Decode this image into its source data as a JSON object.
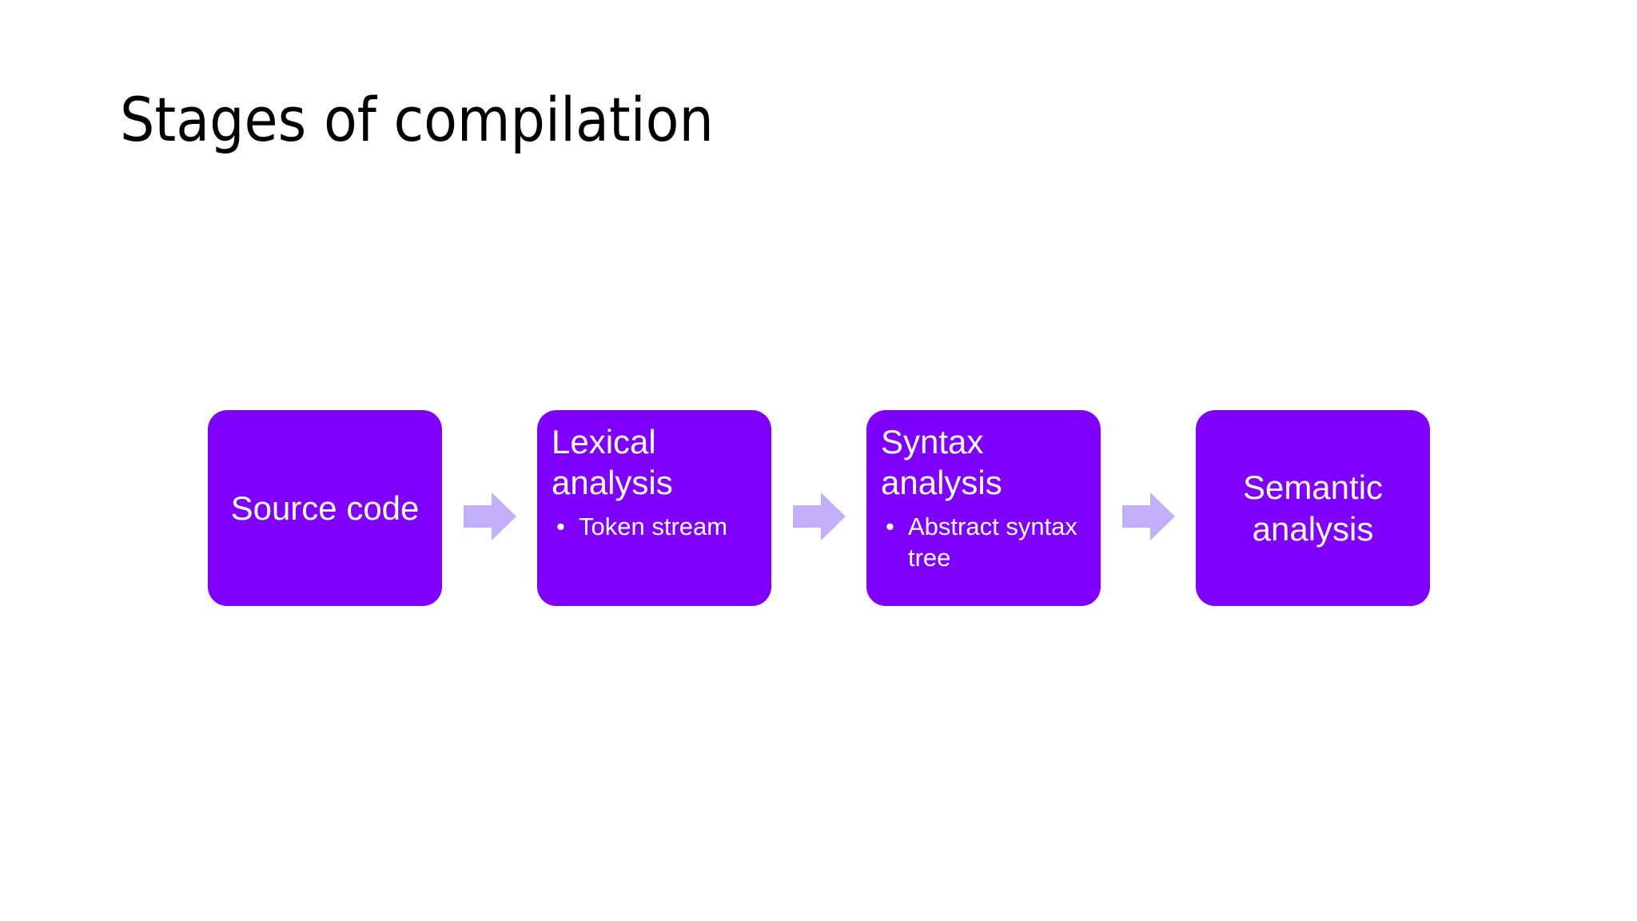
{
  "slide": {
    "title": "Stages of compilation",
    "background_color": "#FFFFFF",
    "title_color": "#000000"
  },
  "theme": {
    "box_fill": "#7F00FF",
    "box_text_color": "#FFFFFF",
    "arrow_fill": "#C3AEFA"
  },
  "diagram": {
    "type": "process-flow",
    "direction": "left-to-right",
    "stages": [
      {
        "id": "source-code",
        "heading": "Source code",
        "layout": "centered",
        "bullets": []
      },
      {
        "id": "lexical-analysis",
        "heading": "Lexical analysis",
        "layout": "listed",
        "bullets": [
          "Token stream"
        ]
      },
      {
        "id": "syntax-analysis",
        "heading": "Syntax analysis",
        "layout": "listed",
        "bullets": [
          "Abstract syntax tree"
        ]
      },
      {
        "id": "semantic-analysis",
        "heading": "Semantic analysis",
        "layout": "centered",
        "bullets": []
      }
    ],
    "connectors": [
      {
        "id": "arrow-1",
        "icon": "arrow-right-icon",
        "from": "source-code",
        "to": "lexical-analysis"
      },
      {
        "id": "arrow-2",
        "icon": "arrow-right-icon",
        "from": "lexical-analysis",
        "to": "syntax-analysis"
      },
      {
        "id": "arrow-3",
        "icon": "arrow-right-icon",
        "from": "syntax-analysis",
        "to": "semantic-analysis"
      }
    ],
    "bullet_glyph": "•"
  }
}
